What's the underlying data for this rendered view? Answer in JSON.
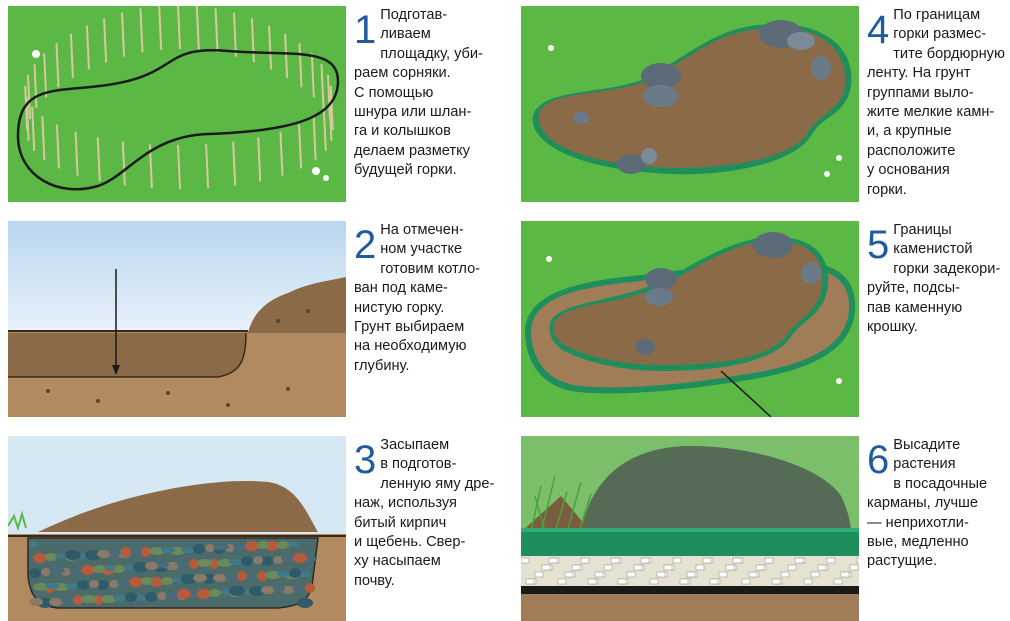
{
  "steps": [
    {
      "number": "1",
      "text": "Подготав-\nливаем\nплощадку, уби-\nраем сорняки.\nС помощью\nшнура или шлан-\nга и колышков\nделаем разметку\nбудущей горки."
    },
    {
      "number": "2",
      "text": "На отмечен-\nном участке\nготовим котло-\nван под камe-\nнистую горку.\nГрунт выбираем\nна необходимую\nглубину."
    },
    {
      "number": "3",
      "text": "Засыпаем\nв подготов-\nленную яму дре-\nнаж, используя\nбитый кирпич\nи щебень. Свер-\nху насыпаем\nпочву."
    },
    {
      "number": "4",
      "text": "По границам\nгорки размес-\nтите бордюрную\nленту. На грунт\nгруппами выло-\nжите мелкие камн-\nи, а крупные\nрасположите\nу основания\nгорки."
    },
    {
      "number": "5",
      "text": "Границы\nкаменистой\nгорки задекори-\nруйте, подсы-\nпав каменную\nкрошку."
    },
    {
      "number": "6",
      "text": "Высадите\nрастения\nв посадочные\nкарманы, лучше\n— неприхотли-\nвые, медленно\nрастущие."
    }
  ],
  "colors": {
    "number": "#1f5b9e",
    "grass": "#5cb845",
    "soil": "#8b6a48",
    "sky": "#c9e1f2",
    "border_tape": "#1e8e5c"
  }
}
